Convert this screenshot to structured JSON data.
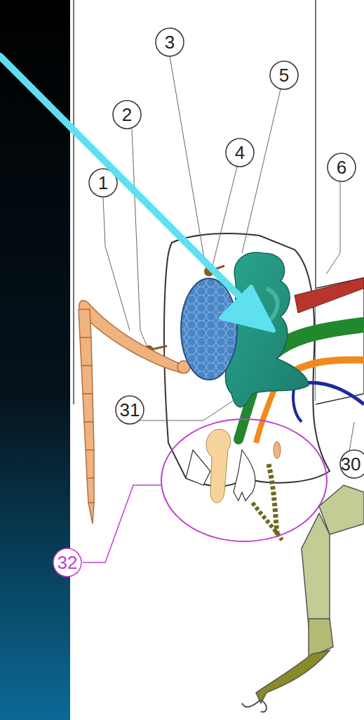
{
  "diagram": {
    "labels": [
      "1",
      "2",
      "3",
      "4",
      "5",
      "6",
      "31",
      "30",
      "32"
    ]
  }
}
